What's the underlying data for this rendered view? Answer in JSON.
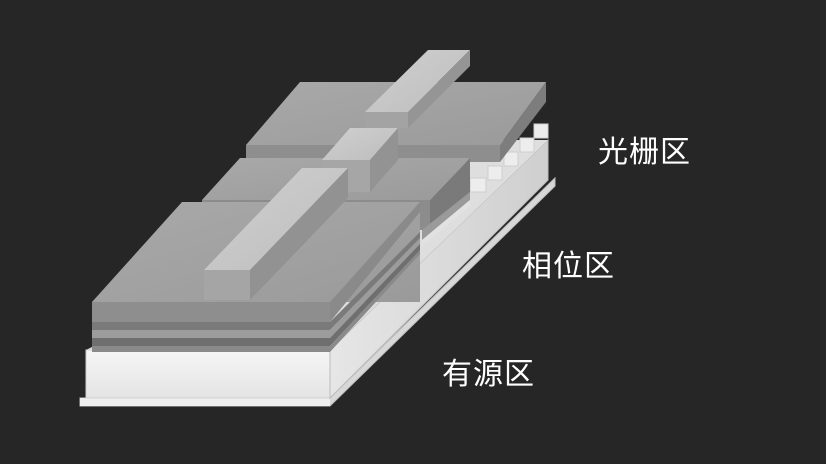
{
  "labels": {
    "grating": "光栅区",
    "phase": "相位区",
    "active": "有源区"
  },
  "colors": {
    "background": "#262626",
    "text": "#ffffff",
    "substrate_front": "#f2f2f2",
    "substrate_right": "#d9d9d9",
    "block_top": "#a6a6a6",
    "block_front": "#8c8c8c",
    "ridge_top": "#c8c8c8",
    "ridge_front": "#a0a0a0"
  }
}
